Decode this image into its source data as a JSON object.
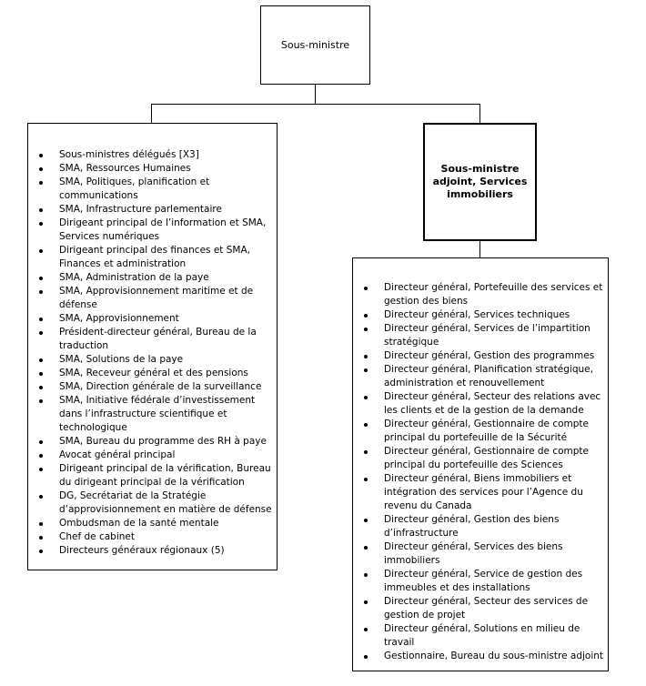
{
  "top_box": {
    "label": "Sous-ministre"
  },
  "sma_box": {
    "label": "Sous-ministre adjoint, Services immobiliers"
  },
  "left_list": {
    "items": [
      "Sous-ministres délégués [X3]",
      "SMA, Ressources Humaines",
      "SMA, Politiques, planification et communications",
      "SMA, Infrastructure parlementaire",
      "Dirigeant principal de l’information et SMA, Services numériques",
      "Dirigeant principal des finances et SMA, Finances et administration",
      "SMA, Administration de la paye",
      "SMA, Approvisionnement maritime et de défense",
      "SMA, Approvisionnement",
      "Président-directeur général, Bureau de la traduction",
      "SMA, Solutions de la paye",
      "SMA, Receveur général et des pensions",
      "SMA, Direction générale de la surveillance",
      "SMA, Initiative fédérale d’investissement dans l’infrastructure scientifique et technologique",
      "SMA, Bureau du programme des RH à paye",
      "Avocat général principal",
      "Dirigeant principal de la vérification, Bureau du dirigeant principal de la vérification",
      "DG, Secrétariat de la Stratégie d’approvisionnement en matière de défense",
      "Ombudsman de la santé mentale",
      "Chef de cabinet",
      "Directeurs généraux régionaux (5)"
    ]
  },
  "right_list": {
    "items": [
      "Directeur général, Portefeuille des services et gestion des biens",
      "Directeur général, Services techniques",
      "Directeur général, Services de l’impartition stratégique",
      "Directeur général, Gestion des programmes",
      "Directeur général, Planification stratégique, administration et renouvellement",
      "Directeur général, Secteur des relations avec les clients et de la gestion de la demande",
      "Directeur général, Gestionnaire de compte principal du portefeuille de la Sécurité",
      "Directeur général, Gestionnaire de compte principal du portefeuille des Sciences",
      "Directeur général, Biens immobiliers et intégration des services pour l’Agence du revenu du Canada",
      "Directeur général, Gestion des biens d’infrastructure",
      "Directeur général, Services des biens immobiliers",
      "Directeur général, Service de gestion des immeubles et des installations",
      "Directeur général, Secteur des services de gestion de projet",
      "Directeur général, Solutions en milieu de travail",
      "Gestionnaire, Bureau du sous-ministre adjoint"
    ]
  }
}
